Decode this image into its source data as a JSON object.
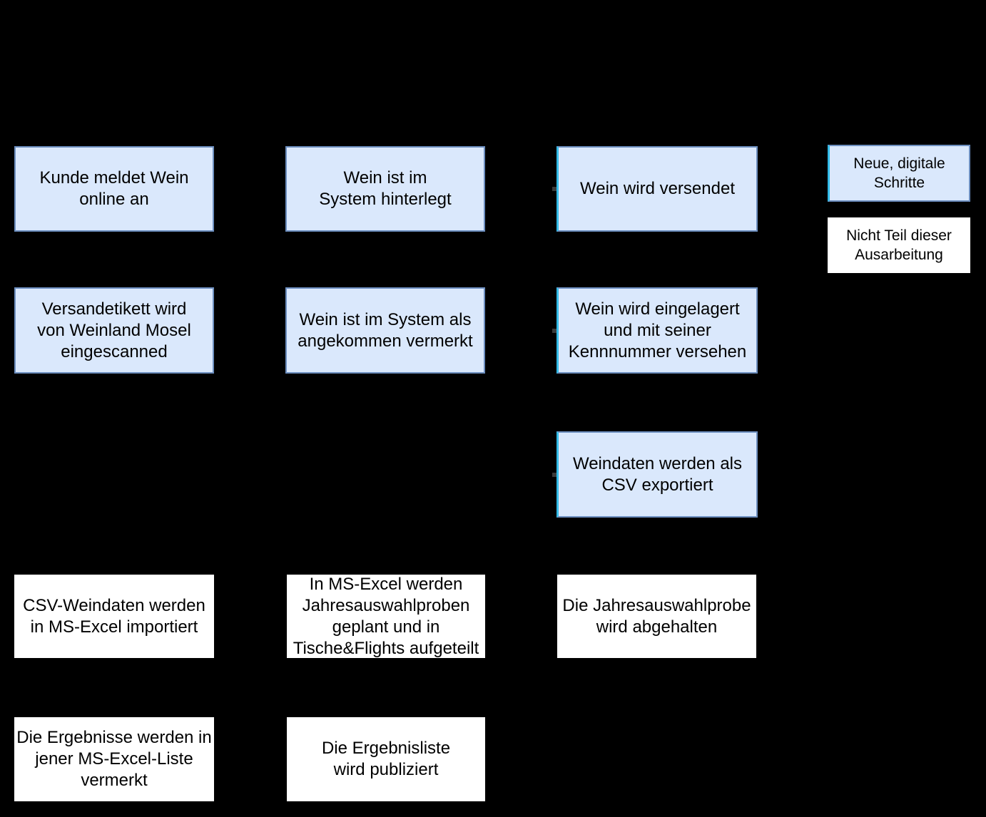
{
  "colors": {
    "background": "#000000",
    "node_fill": "#dae8fc",
    "node_border": "#6c8ebf",
    "digital_accent": "#33bbe8",
    "manual_fill": "#ffffff",
    "text": "#000000"
  },
  "nodes": {
    "kunde_meldet": {
      "label": "Kunde meldet Wein\nonline an"
    },
    "wein_hinterlegt": {
      "label": "Wein ist im\nSystem hinterlegt"
    },
    "wein_versendet": {
      "label": "Wein wird versendet"
    },
    "versandetikett": {
      "label": "Versandetikett wird\nvon Weinland Mosel\neingescanned"
    },
    "angekommen_vermerkt": {
      "label": "Wein ist im System als\nangekommen vermerkt"
    },
    "wein_eingelagert": {
      "label": "Wein wird eingelagert\nund mit seiner\nKennnummer versehen"
    },
    "csv_export": {
      "label": "Weindaten werden als\nCSV exportiert"
    },
    "csv_import": {
      "label": "CSV-Weindaten werden\nin MS-Excel importiert"
    },
    "excel_planung": {
      "label": "In MS-Excel werden\nJahresauswahlproben\ngeplant und in\nTische&Flights aufgeteilt"
    },
    "jahresauswahlprobe": {
      "label": "Die Jahresauswahlprobe\nwird abgehalten"
    },
    "ergebnisse_vermerkt": {
      "label": "Die Ergebnisse werden in\njener MS-Excel-Liste\nvermerkt"
    },
    "ergebnisliste_publiziert": {
      "label": "Die Ergebnisliste\nwird publiziert"
    }
  },
  "legend": {
    "digital": {
      "label": "Neue, digitale Schritte"
    },
    "excluded": {
      "label": "Nicht Teil dieser\nAusarbeitung"
    }
  }
}
